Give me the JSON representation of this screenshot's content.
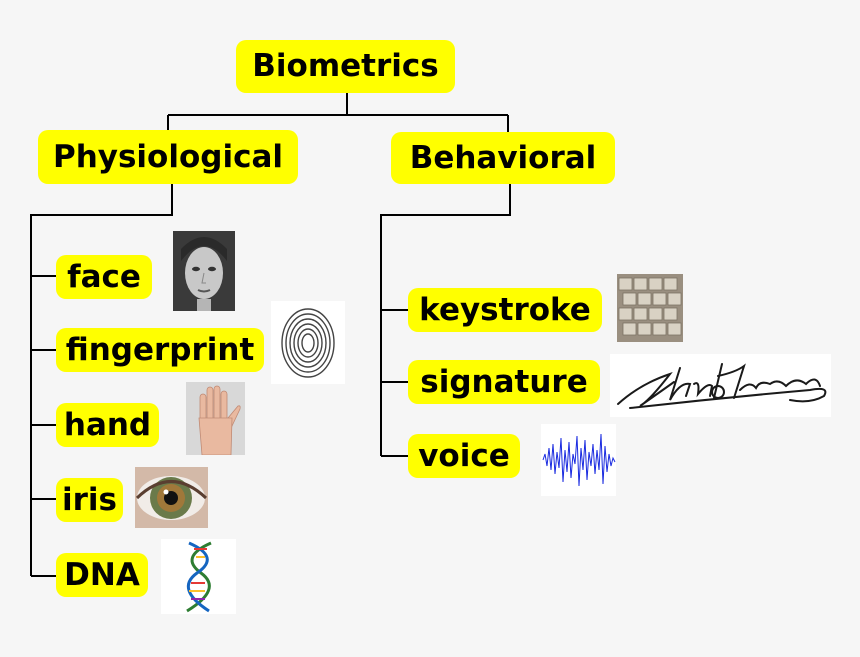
{
  "root": {
    "label": "Biometrics"
  },
  "categories": [
    {
      "label": "Physiological",
      "items": [
        {
          "label": "face",
          "icon": "face-photo-icon"
        },
        {
          "label": "fingerprint",
          "icon": "fingerprint-icon"
        },
        {
          "label": "hand",
          "icon": "hand-photo-icon"
        },
        {
          "label": "iris",
          "icon": "iris-photo-icon"
        },
        {
          "label": "DNA",
          "icon": "dna-helix-icon"
        }
      ]
    },
    {
      "label": "Behavioral",
      "items": [
        {
          "label": "keystroke",
          "icon": "keyboard-photo-icon"
        },
        {
          "label": "signature",
          "icon": "signature-icon"
        },
        {
          "label": "voice",
          "icon": "voice-waveform-icon"
        }
      ]
    }
  ],
  "colors": {
    "node_fill": "#ffff00",
    "connector": "#000000",
    "background": "#f6f6f6",
    "waveform": "#1a2be0"
  }
}
